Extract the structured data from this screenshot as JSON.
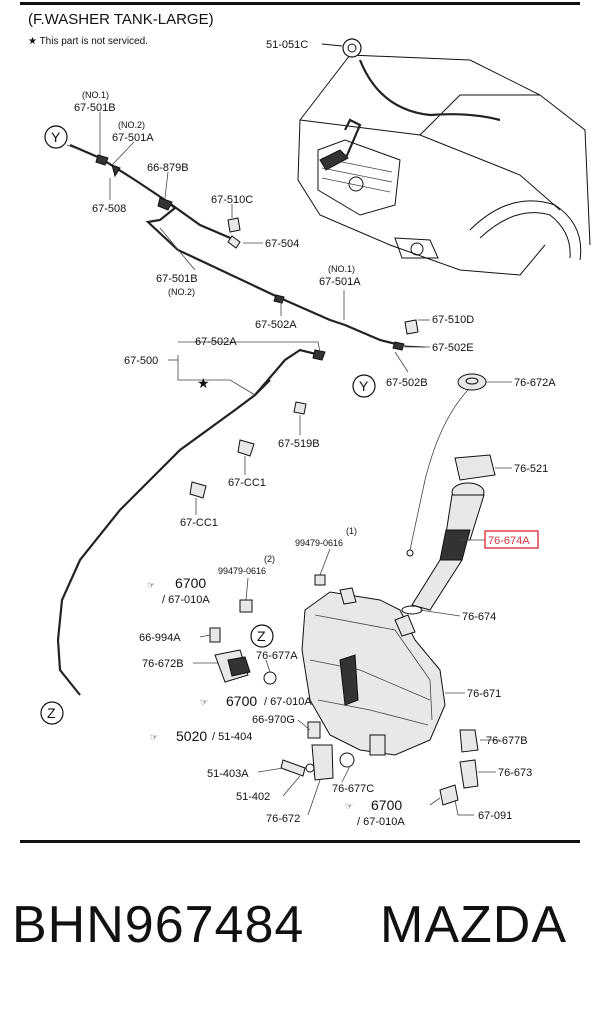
{
  "header": {
    "title": "(F.WASHER TANK-LARGE)",
    "note": "★ This part is not serviced."
  },
  "labels": {
    "p51051C": "51-051C",
    "no1_a": "(NO.1)",
    "p67501B_a": "67-501B",
    "no2_a": "(NO.2)",
    "p67501A_a": "67-501A",
    "p66879B": "66-879B",
    "p67508": "67-508",
    "p67510C": "67-510C",
    "p67504": "67-504",
    "p67501B_b": "67-501B",
    "no2_b": "(NO.2)",
    "no1_b": "(NO.1)",
    "p67501A_b": "67-501A",
    "p67502A_a": "67-502A",
    "p67510D": "67-510D",
    "p67502E": "67-502E",
    "p67500": "67-500",
    "p67502A_b": "67-502A",
    "p67502B": "67-502B",
    "p76672A": "76-672A",
    "p67519B": "67-519B",
    "p67CC1_a": "67-CC1",
    "p76521": "76-521",
    "p67CC1_b": "67-CC1",
    "p76674A": "76-674A",
    "n1": "(1)",
    "p99479_1": "99479-0616",
    "n2": "(2)",
    "p99479_2": "99479-0616",
    "p6700_a": "6700",
    "p67010A_a": "/ 67-010A",
    "p76674": "76-674",
    "p66994A": "66-994A",
    "p76677A": "76-677A",
    "p76672B": "76-672B",
    "p76671": "76-671",
    "p6700_b": "6700",
    "p67010A_b": "/ 67-010A",
    "p66970G": "66-970G",
    "p5020": "5020",
    "p51404": "/ 51-404",
    "p76677B": "76-677B",
    "p51403A": "51-403A",
    "p76673": "76-673",
    "p51402": "51-402",
    "p76677C": "76-677C",
    "p6700_c": "6700",
    "p76672": "76-672",
    "p67010A_c": "/ 67-010A",
    "p67091": "67-091",
    "y": "Y",
    "z": "Z"
  },
  "highlight_color": "#d9363e",
  "caption": {
    "part_number": "BHN967484",
    "brand": "MAZDA"
  }
}
